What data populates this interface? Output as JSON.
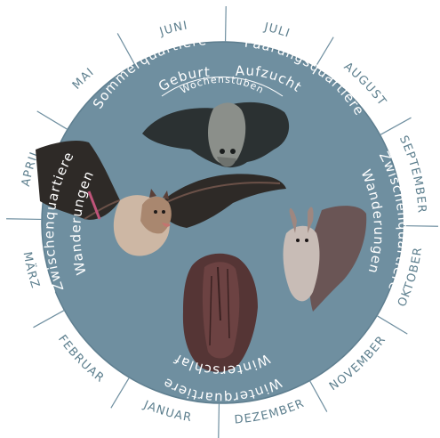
{
  "months": [
    "JUNI",
    "JULI",
    "AUGUST",
    "SEPTEMBER",
    "OKTOBER",
    "NOVEMBER",
    "DEZEMBER",
    "JANUAR",
    "FEBRUAR",
    "MÄRZ",
    "APRIL",
    "MAI"
  ],
  "phases": {
    "summer_roost": "Sommerquartiere",
    "birth": "Geburt",
    "nurseries": "Wochenstuben",
    "mating_roost": "Paarungsquartiere",
    "rearing": "Aufzucht",
    "interim_roost": "Zwischenquartiere",
    "migrations": "Wanderungen",
    "winter_roost": "Winterquartiere",
    "hibernation": "Winterschlaf"
  },
  "colors": {
    "disc": "#6f8fa0",
    "ring": "#ffffff",
    "month_text": "#5d7f8e",
    "divider": "#6f8fa0",
    "inner_text": "#ffffff"
  },
  "illustrations": [
    "hanging-bat",
    "flying-bat",
    "hanging-long-eared-bat",
    "hibernating-bat"
  ]
}
